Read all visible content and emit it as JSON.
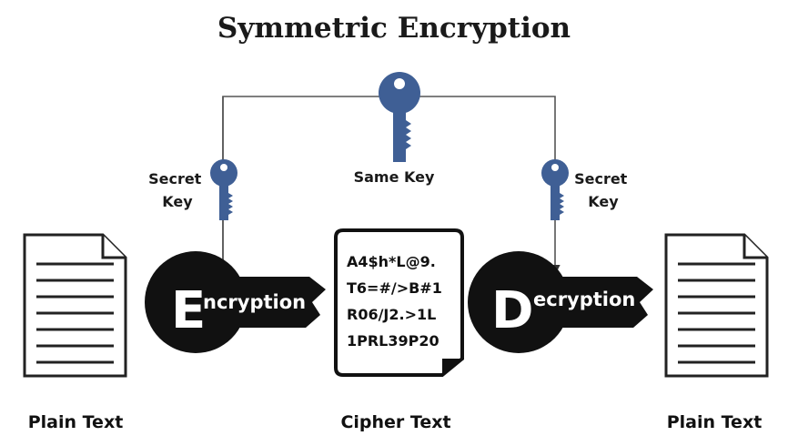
{
  "title": "Symmetric Encryption",
  "labels": {
    "secret_key_left": [
      "Secret",
      "Key"
    ],
    "same_key": "Same Key",
    "secret_key_right": [
      "Secret",
      "Key"
    ]
  },
  "encryption_key": {
    "initial": "E",
    "rest": "ncryption"
  },
  "decryption_key": {
    "initial": "D",
    "rest": "ecryption"
  },
  "cipher_lines": [
    "A4$h*L@9.",
    "T6=#/>B#1",
    "R06/J2.>1L",
    "1PRL39P20"
  ],
  "bottom_labels": {
    "left": "Plain Text",
    "center": "Cipher Text",
    "right": "Plain Text"
  },
  "colors": {
    "key_blue": "#3f5f95",
    "key_black": "#111111"
  }
}
